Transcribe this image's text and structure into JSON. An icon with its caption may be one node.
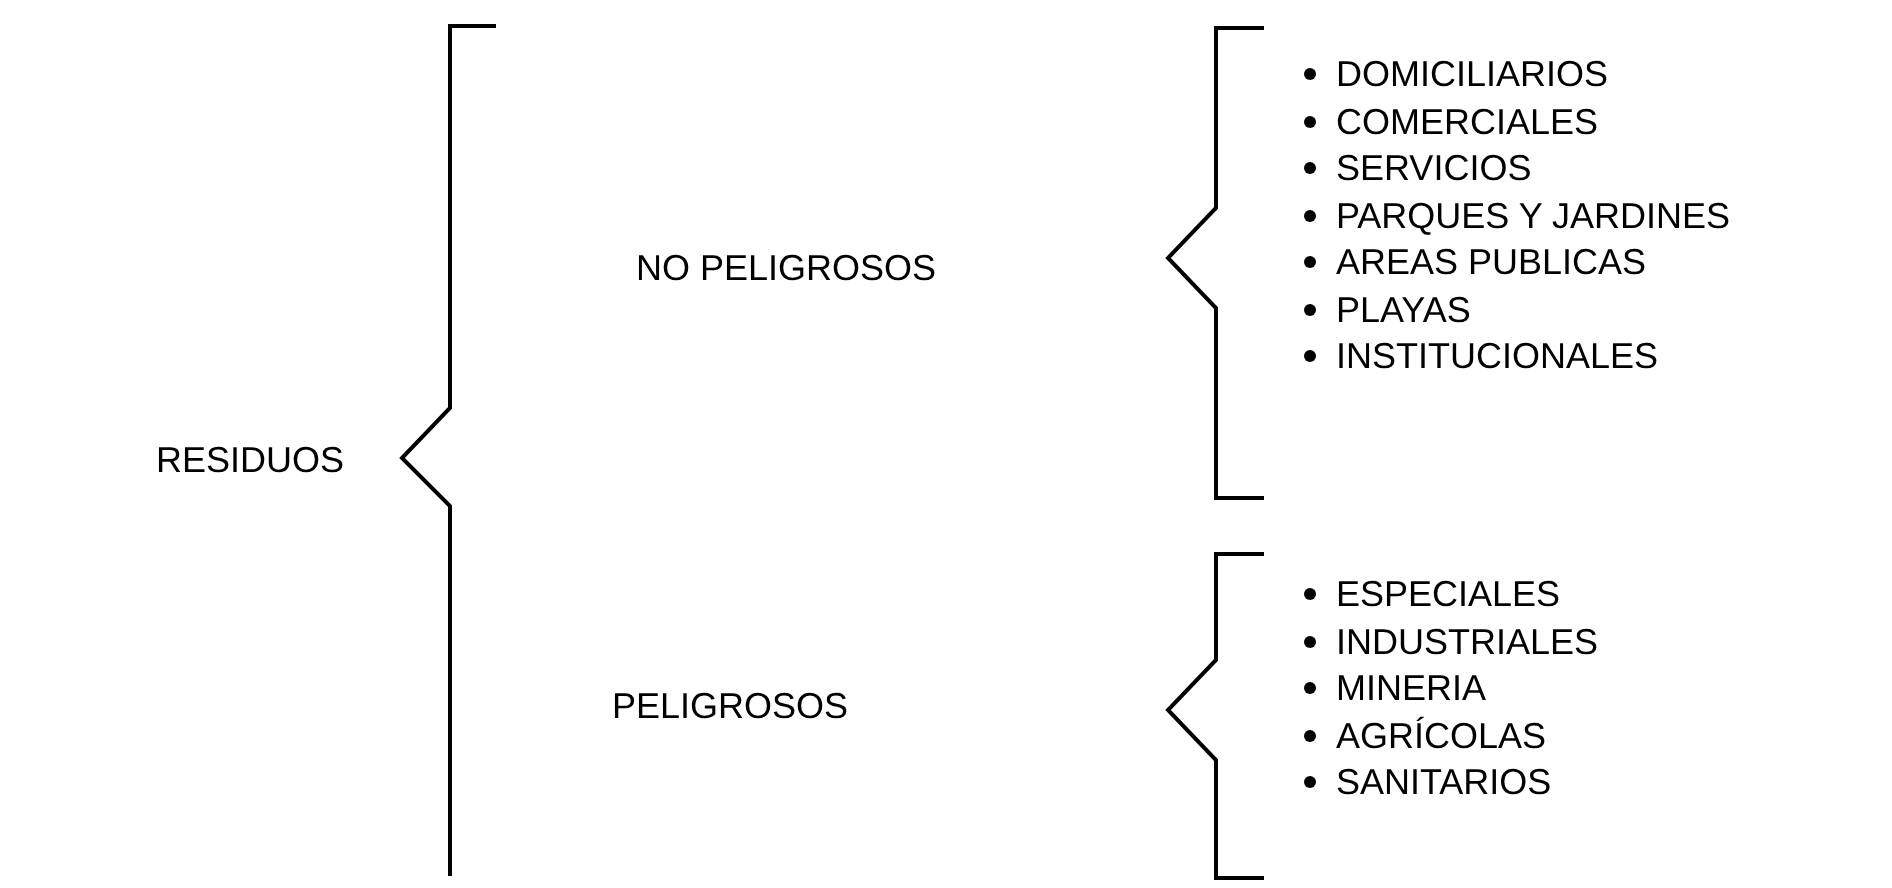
{
  "diagram": {
    "nodes": [
      {
        "text": [
          "RESIDUOS"
        ]
      },
      {
        "text": [
          "NO PELIGROSOS"
        ]
      },
      {
        "text": [
          "PELIGROSOS"
        ]
      }
    ],
    "labels": [
      "DOMICILIARIOS",
      "COMERCIALES",
      "SERVICIOS",
      "PARQUES Y JARDINES",
      "AREAS PUBLICAS",
      "PLAYAS",
      "INSTITUCIONALES",
      "ESPECIALES",
      "INDUSTRIALES",
      "MINERIA",
      "AGRÍCOLAS",
      "SANITARIOS"
    ]
  }
}
